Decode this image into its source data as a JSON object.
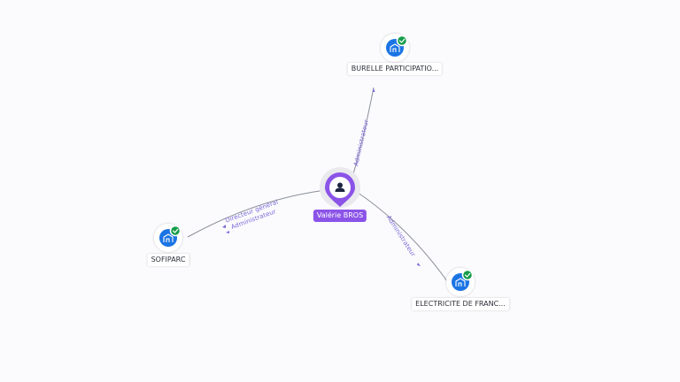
{
  "center": {
    "name": "Valérie BROS"
  },
  "nodes": [
    {
      "id": "burelle",
      "label": "BURELLE PARTICIPATIO...",
      "type": "company",
      "verified": true
    },
    {
      "id": "sofiparc",
      "label": "SOFIPARC",
      "type": "company",
      "verified": true
    },
    {
      "id": "electricite",
      "label": "ELECTRICITE DE FRANC...",
      "type": "company",
      "verified": true
    }
  ],
  "edges": [
    {
      "target": "burelle",
      "roles": [
        "Administrateur"
      ]
    },
    {
      "target": "sofiparc",
      "roles": [
        "Directeur général",
        "Administrateur"
      ]
    },
    {
      "target": "electricite",
      "roles": [
        "Administrateur"
      ]
    }
  ],
  "colors": {
    "person": "#8b53e8",
    "company": "#1b74e4",
    "verified": "#169c4a",
    "edge_label": "#7a68d8"
  },
  "icons": {
    "person": "person-icon",
    "company": "building-icon",
    "verified": "check-badge-icon"
  }
}
